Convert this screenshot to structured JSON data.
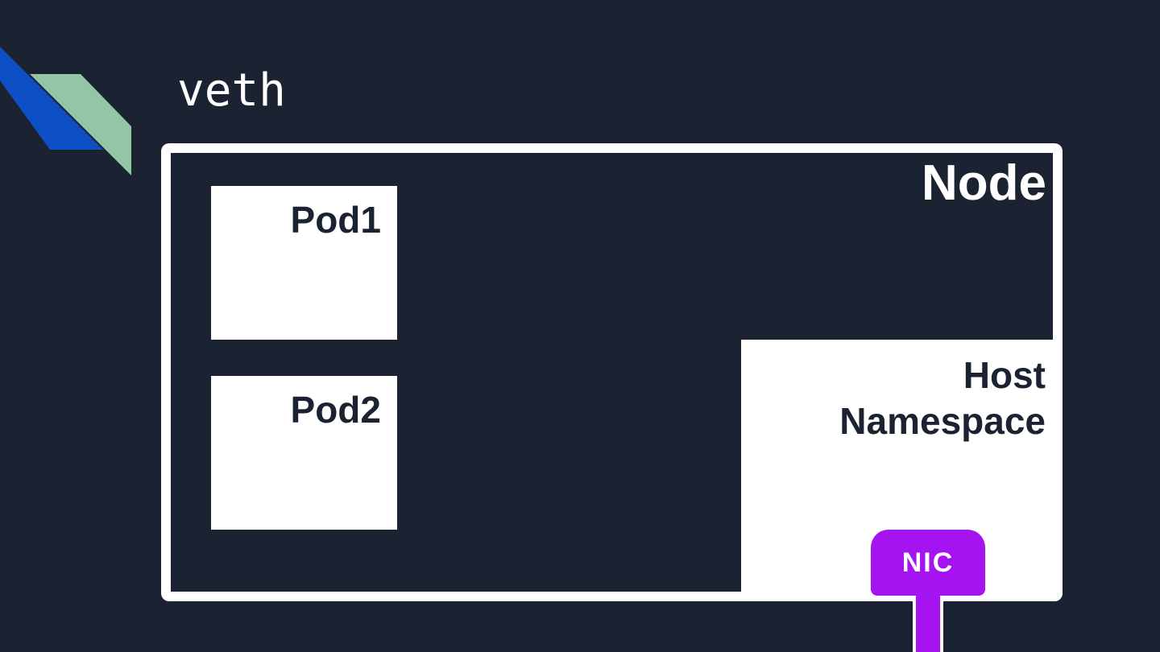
{
  "colors": {
    "bg": "#1b2332",
    "ink": "#1b2332",
    "white": "#ffffff",
    "ribbon-blue": "#0d4fc4",
    "ribbon-green": "#93c6a5",
    "nic-purple": "#a413f0"
  },
  "slide": {
    "title": "veth"
  },
  "diagram": {
    "node": {
      "label": "Node"
    },
    "pods": [
      {
        "label": "Pod1"
      },
      {
        "label": "Pod2"
      }
    ],
    "host_namespace": {
      "label": "Host Namespace"
    },
    "nic": {
      "label": "NIC"
    }
  }
}
